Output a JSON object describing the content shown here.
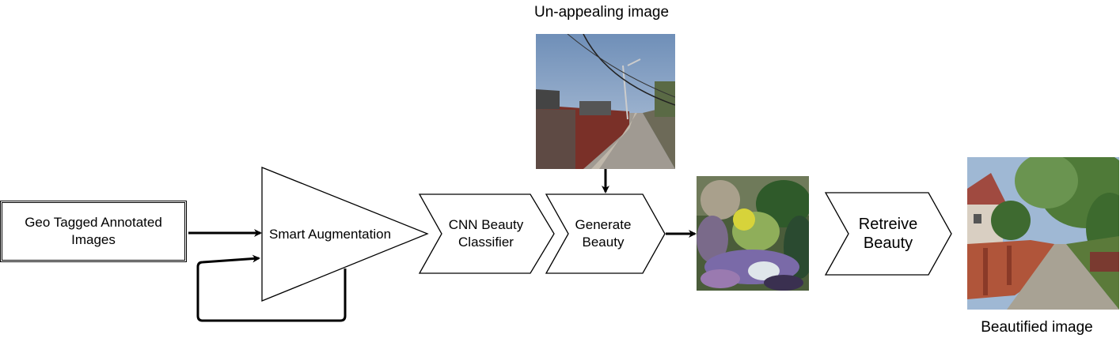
{
  "captions": {
    "unappealing": "Un-appealing image",
    "beautified": "Beautified image"
  },
  "nodes": {
    "geo": {
      "line1": "Geo Tagged Annotated",
      "line2": "Images"
    },
    "augment": "Smart Augmentation",
    "cnn": {
      "line1": "CNN Beauty",
      "line2": "Classifier"
    },
    "generate": {
      "line1": "Generate",
      "line2": "Beauty"
    },
    "retrieve": {
      "line1": "Retreive",
      "line2": "Beauty"
    }
  }
}
